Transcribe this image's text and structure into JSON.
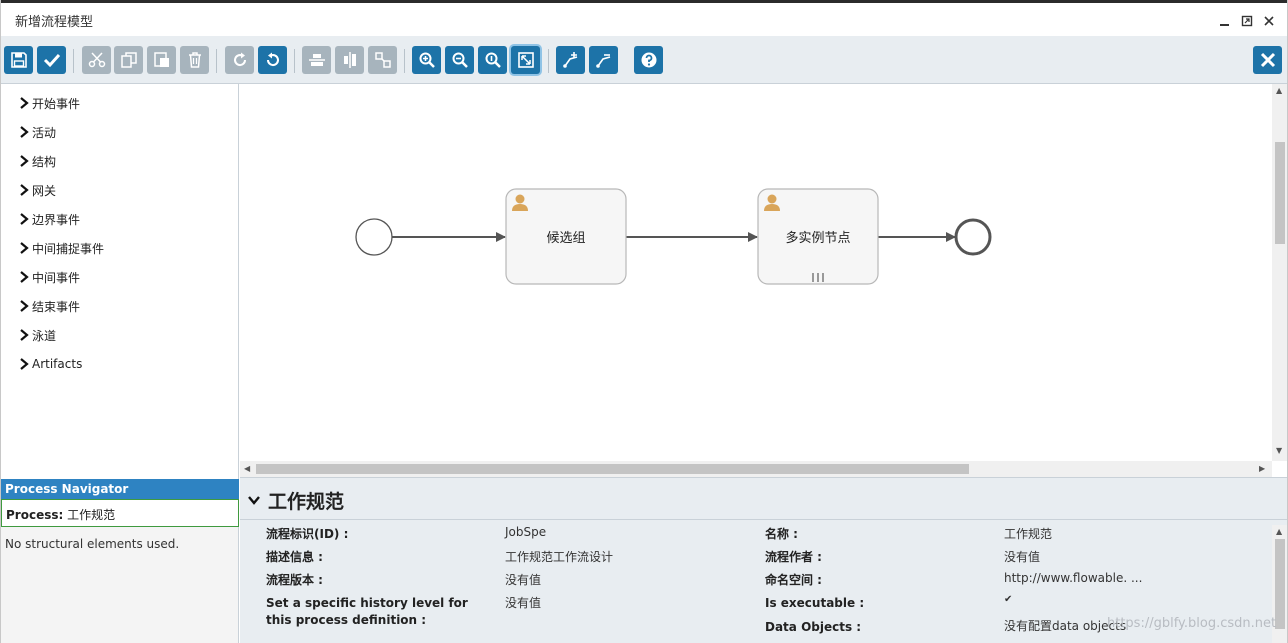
{
  "window": {
    "title": "新增流程模型"
  },
  "palette": {
    "items": [
      "开始事件",
      "活动",
      "结构",
      "网关",
      "边界事件",
      "中间捕捉事件",
      "中间事件",
      "结束事件",
      "泳道",
      "Artifacts"
    ]
  },
  "navigator": {
    "header": "Process Navigator",
    "process_label": "Process:",
    "process_name": "工作规范",
    "empty_text": "No structural elements used."
  },
  "diagram": {
    "task1_label": "候选组",
    "task2_label": "多实例节点"
  },
  "properties": {
    "title": "工作规范",
    "fields": [
      {
        "label": "流程标识(ID) :",
        "value": "JobSpe"
      },
      {
        "label": "名称 :",
        "value": "工作规范"
      },
      {
        "label": "描述信息 :",
        "value": "工作规范工作流设计"
      },
      {
        "label": "流程作者 :",
        "value": "没有值"
      },
      {
        "label": "流程版本 :",
        "value": "没有值"
      },
      {
        "label": "命名空间 :",
        "value": "http://www.flowable. ..."
      },
      {
        "label": "Set a specific history level for this process definition :",
        "value": "没有值"
      },
      {
        "label": "Is executable :",
        "value": "✔"
      },
      {
        "label": "Data Objects :",
        "value": "没有配置data objects"
      }
    ]
  },
  "watermark": "https://gblfy.blog.csdn.net",
  "colors": {
    "accent": "#1d73a8",
    "navigator": "#2e83c2"
  }
}
